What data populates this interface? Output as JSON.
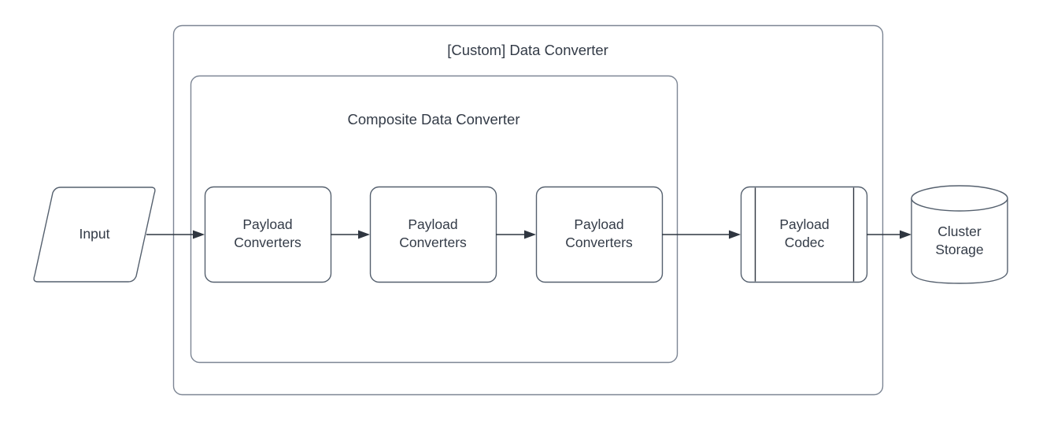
{
  "diagram": {
    "type": "flowchart",
    "background_color": "#ffffff",
    "stroke_color": "#55606e",
    "container_stroke_color": "#7d8694",
    "text_color": "#333b47",
    "arrow_color": "#2f3640",
    "containers": [
      {
        "id": "custom-data-converter",
        "title": "[Custom] Data Converter",
        "shape": "rounded-rectangle"
      },
      {
        "id": "composite-data-converter",
        "title": "Composite Data Converter",
        "shape": "rounded-rectangle"
      }
    ],
    "nodes": [
      {
        "id": "input",
        "label": "Input",
        "shape": "parallelogram"
      },
      {
        "id": "payload-converters-1",
        "label": "Payload\nConverters",
        "shape": "rounded-rectangle"
      },
      {
        "id": "payload-converters-2",
        "label": "Payload\nConverters",
        "shape": "rounded-rectangle"
      },
      {
        "id": "payload-converters-3",
        "label": "Payload\nConverters",
        "shape": "rounded-rectangle"
      },
      {
        "id": "payload-codec",
        "label": "Payload\nCodec",
        "shape": "process"
      },
      {
        "id": "cluster-storage",
        "label": "Cluster\nStorage",
        "shape": "cylinder"
      }
    ],
    "edges": [
      {
        "id": "edge-input-to-pc1",
        "from": "input",
        "to": "payload-converters-1",
        "arrow": "single"
      },
      {
        "id": "edge-pc1-to-pc2",
        "from": "payload-converters-1",
        "to": "payload-converters-2",
        "arrow": "single"
      },
      {
        "id": "edge-pc2-to-pc3",
        "from": "payload-converters-2",
        "to": "payload-converters-3",
        "arrow": "single"
      },
      {
        "id": "edge-pc3-to-codec",
        "from": "payload-converters-3",
        "to": "payload-codec",
        "arrow": "single"
      },
      {
        "id": "edge-codec-to-storage",
        "from": "payload-codec",
        "to": "cluster-storage",
        "arrow": "single"
      }
    ]
  }
}
